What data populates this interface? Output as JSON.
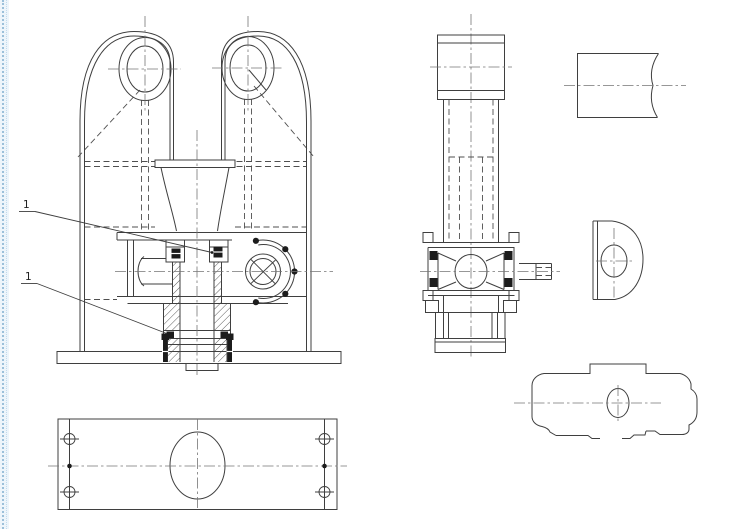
{
  "drawing": {
    "background": "#ffffff",
    "line_color": "#3f3f3f",
    "hidden_line_color": "#4f4f4f",
    "centerline_color": "#757575",
    "hatch_color": "#4a4a4a",
    "left_border": {
      "strip_color": "#eef5fb",
      "dot_color": "#9cc0da"
    },
    "callouts": {
      "upper": "1",
      "lower": "1"
    },
    "views": [
      "front-assembly-view",
      "side-assembly-view",
      "shaft-fragment-view",
      "d-plate-view",
      "housing-outline-view",
      "base-plate-top-view"
    ]
  }
}
